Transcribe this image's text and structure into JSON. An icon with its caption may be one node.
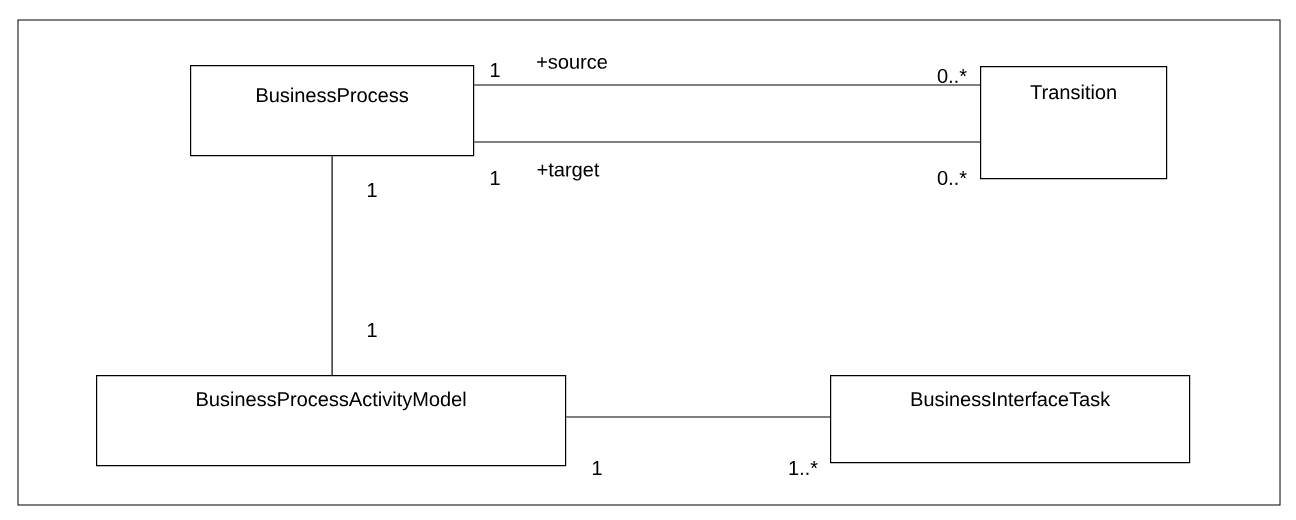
{
  "diagram": {
    "nodes": [
      {
        "text": [
          "BusinessProcess"
        ]
      },
      {
        "text": [
          "Transition"
        ]
      },
      {
        "text": [
          "BusinessProcessActivityModel"
        ]
      },
      {
        "text": [
          "BusinessInterfaceTask"
        ]
      }
    ],
    "edges": [
      {
        "from": 0,
        "to": 1,
        "arrow": "none"
      },
      {
        "from": 0,
        "to": 1,
        "arrow": "none"
      },
      {
        "from": 0,
        "to": 2,
        "arrow": "none"
      },
      {
        "from": 2,
        "to": 3,
        "arrow": "none"
      }
    ],
    "labels": [
      "1",
      "+source",
      "0..*",
      "1",
      "+target",
      "0..*",
      "1",
      "1",
      "1",
      "1..*"
    ]
  }
}
